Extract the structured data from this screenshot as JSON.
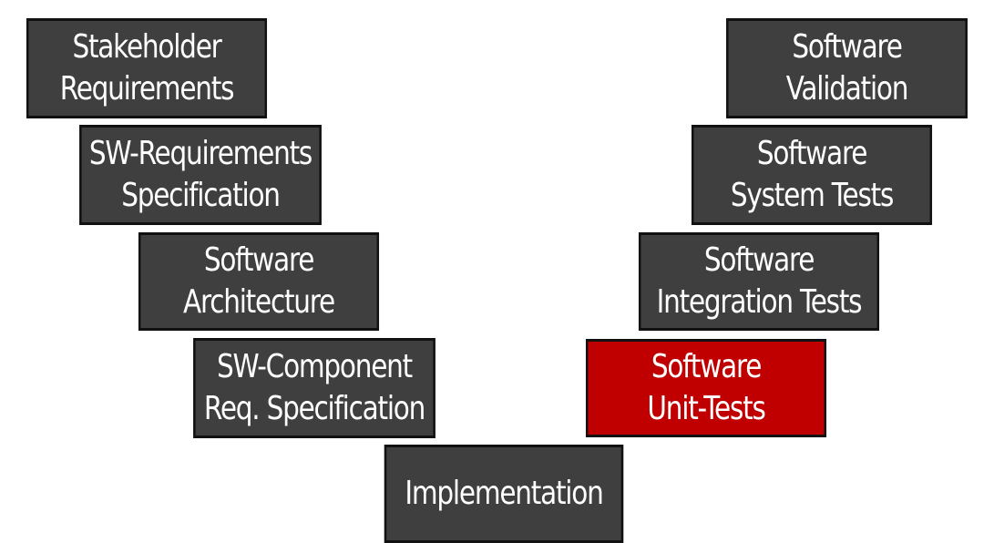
{
  "left_branch": [
    {
      "lines": [
        "Stakeholder",
        "Requirements"
      ]
    },
    {
      "lines": [
        "SW-Requirements",
        "Specification"
      ]
    },
    {
      "lines": [
        "Software",
        "Architecture"
      ]
    },
    {
      "lines": [
        "SW-Component",
        "Req. Specification"
      ]
    }
  ],
  "bottom": {
    "lines": [
      "Implementation"
    ]
  },
  "right_branch": [
    {
      "lines": [
        "Software",
        "Unit-Tests"
      ],
      "highlighted": true
    },
    {
      "lines": [
        "Software",
        "Integration Tests"
      ]
    },
    {
      "lines": [
        "Software",
        "System Tests"
      ]
    },
    {
      "lines": [
        "Software",
        "Validation"
      ]
    }
  ],
  "colors": {
    "box_fill": "#3f3f3f",
    "box_border": "#111111",
    "highlight_fill": "#c00000",
    "text": "#ffffff"
  }
}
